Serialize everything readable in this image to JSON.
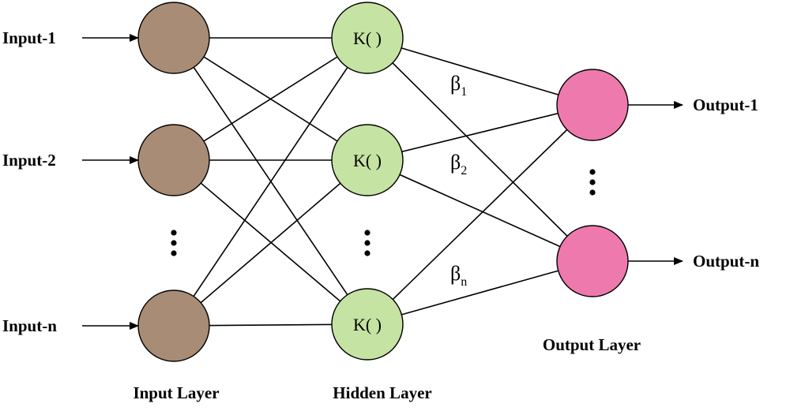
{
  "colors": {
    "input_node": "#a88c76",
    "hidden_node": "#c5e3a3",
    "output_node": "#ee79ad",
    "line": "#000000"
  },
  "inputs": [
    "Input-1",
    "Input-2",
    "Input-n"
  ],
  "outputs": [
    "Output-1",
    "Output-n"
  ],
  "hidden_node_label": "K( )",
  "weights": [
    {
      "symbol": "β",
      "subscript": "1"
    },
    {
      "symbol": "β",
      "subscript": "2"
    },
    {
      "symbol": "β",
      "subscript": "n"
    }
  ],
  "layers": {
    "input": "Input Layer",
    "hidden": "Hidden Layer",
    "output": "Output Layer"
  }
}
